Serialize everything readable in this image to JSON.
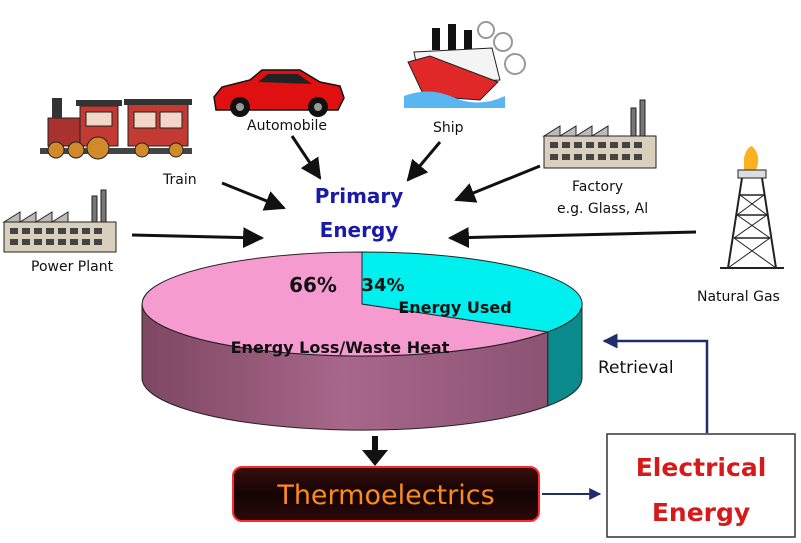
{
  "sources": {
    "train": "Train",
    "automobile": "Automobile",
    "ship": "Ship",
    "factory_line1": "Factory",
    "factory_line2": "e.g. Glass, Al",
    "power_plant": "Power Plant",
    "natural_gas": "Natural Gas"
  },
  "primary_energy": {
    "line1": "Primary",
    "line2": "Energy"
  },
  "pie": {
    "loss_percent": "66%",
    "loss_label": "Energy Loss/Waste Heat",
    "used_percent": "34%",
    "used_label": "Energy Used",
    "loss_value": 66,
    "used_value": 34
  },
  "flow": {
    "thermoelectrics": "Thermoelectrics",
    "electrical_line1": "Electrical",
    "electrical_line2": "Energy",
    "retrieval": "Retrieval"
  },
  "colors": {
    "primary_text": "#1a1aa8",
    "loss_top": "#f59bd0",
    "loss_side": "#9c5b78",
    "used_top": "#00f0f0",
    "used_side": "#0a8a8a",
    "electrical_text": "#d61a1a",
    "thermo_text": "#ff8a1a",
    "arrow_navy": "#1f2d6b"
  }
}
